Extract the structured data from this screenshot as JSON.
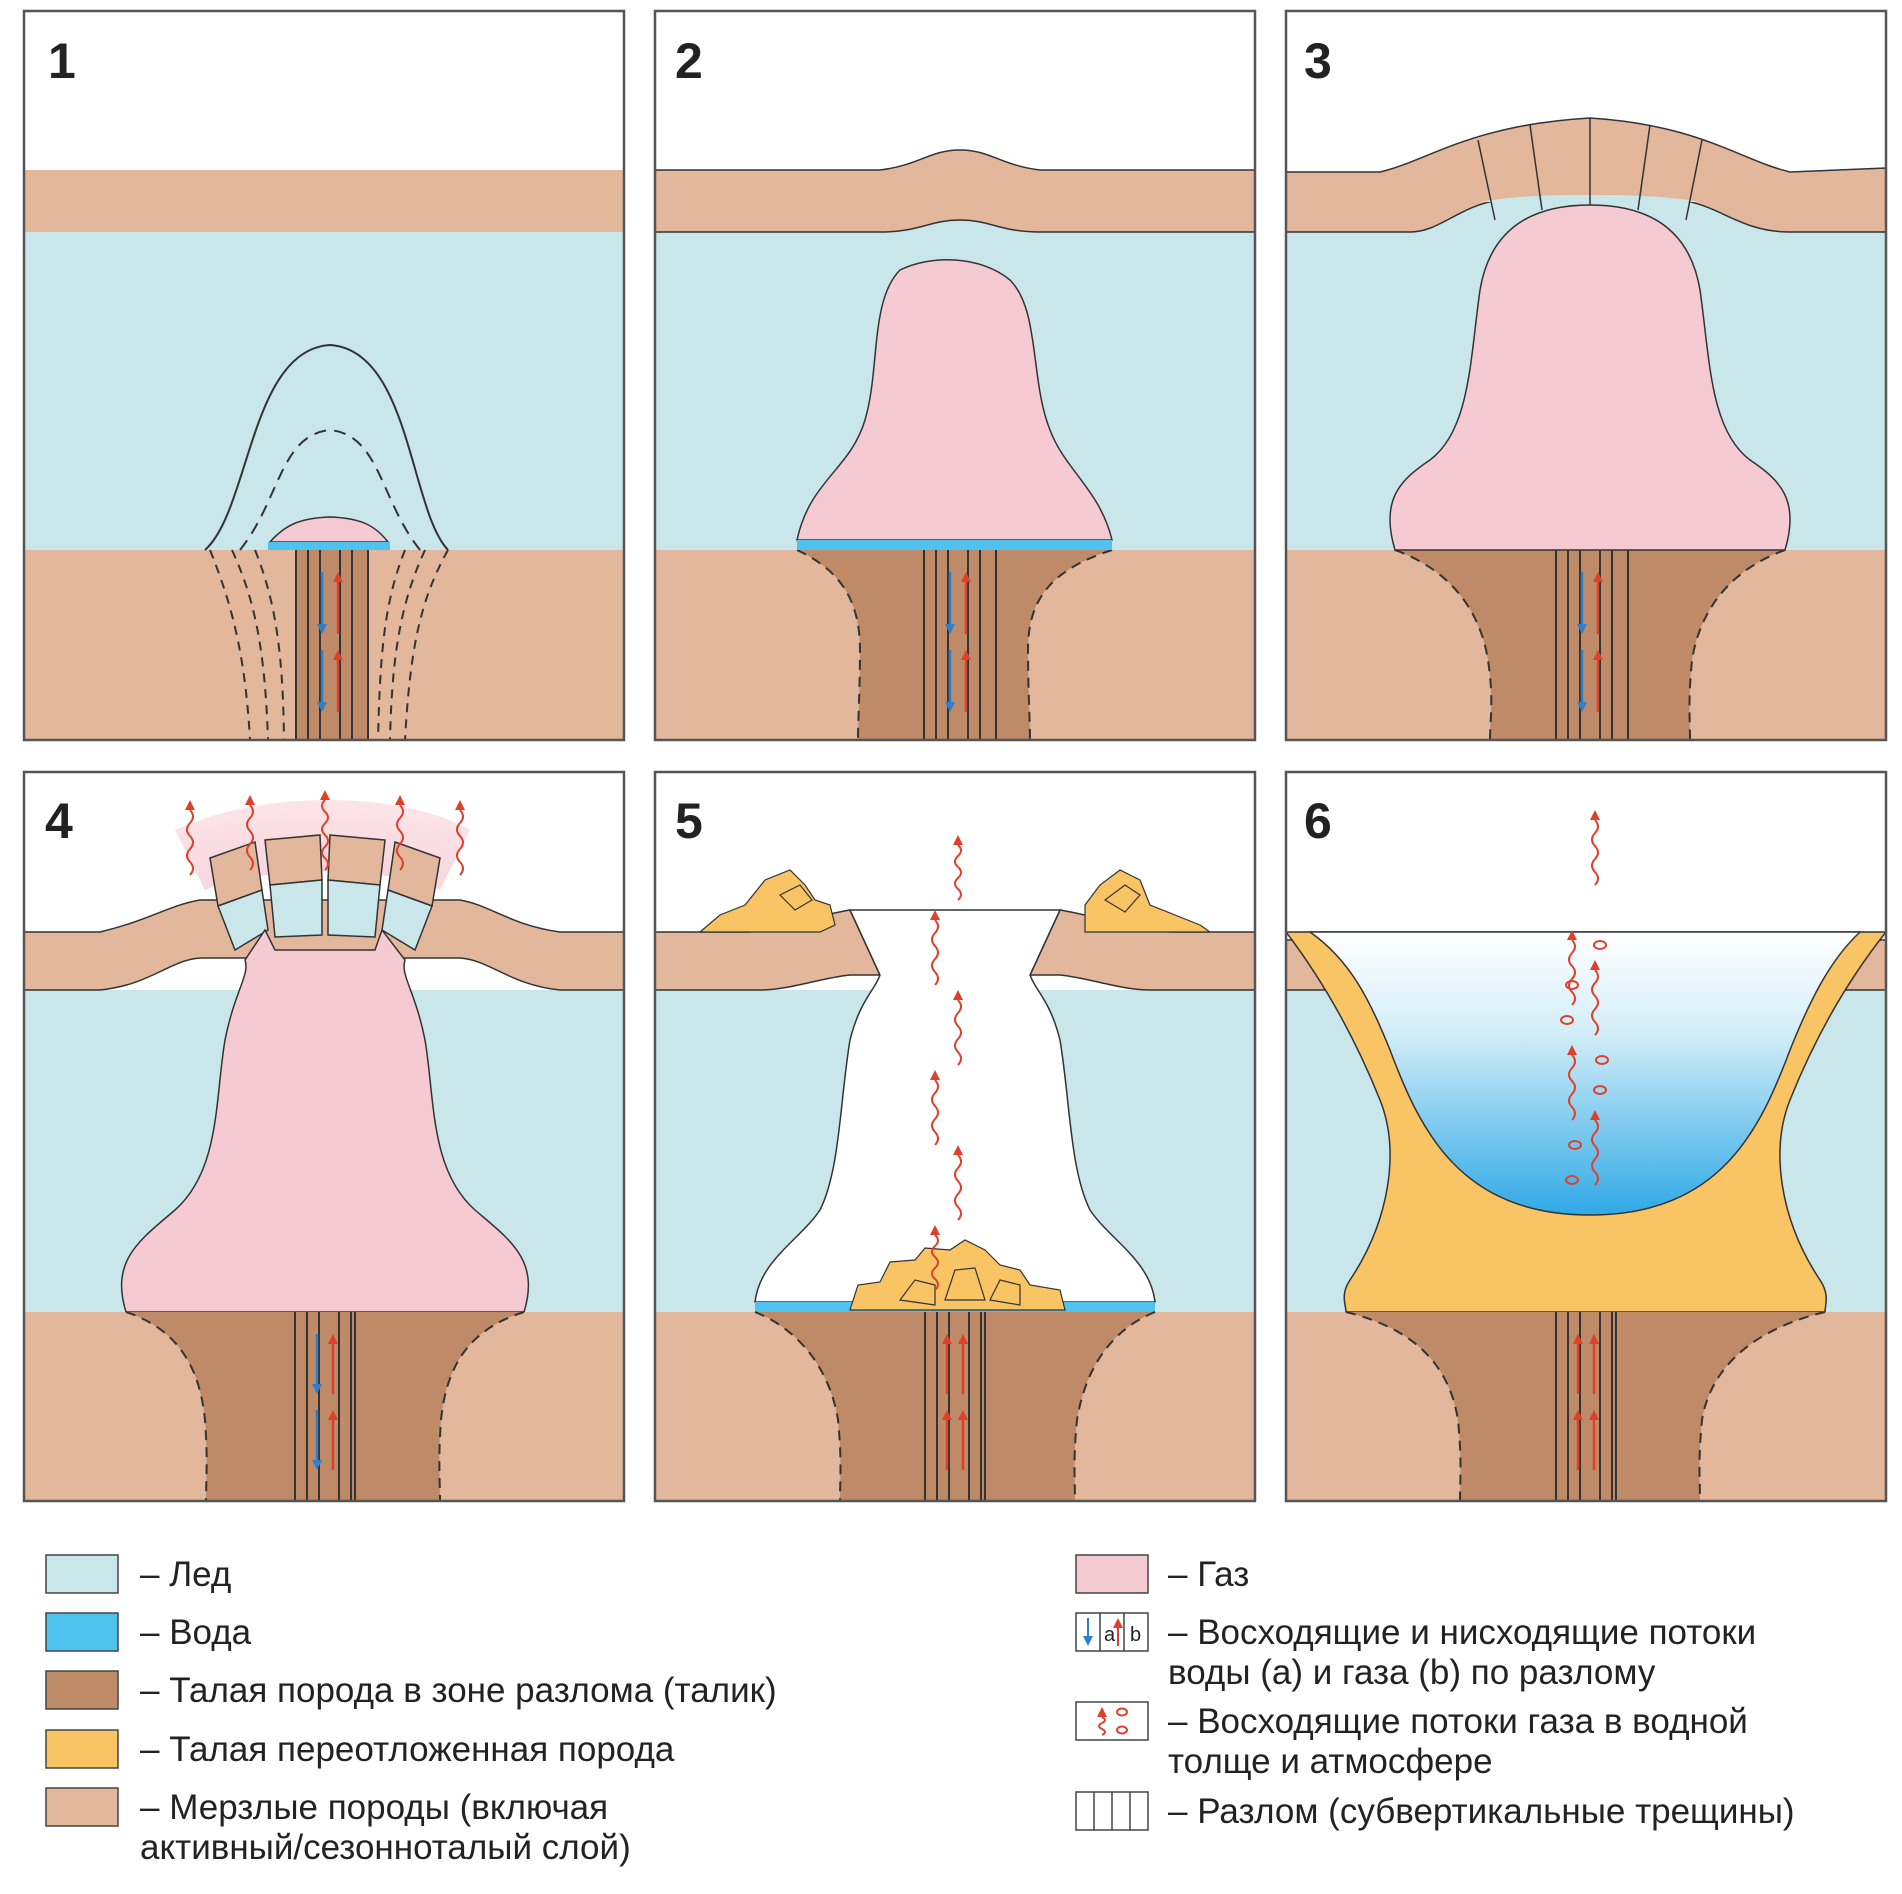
{
  "colors": {
    "ice": "#C9E6EA",
    "water": "#4FC3EE",
    "talik": "#BE8A68",
    "redeposited": "#F9C464",
    "frozen": "#E2B79C",
    "gas": "#F6CAD3",
    "frame": "#555555",
    "arrow_water": "#2E7FC8",
    "arrow_gas": "#E0402A"
  },
  "panels": [
    {
      "number": "1"
    },
    {
      "number": "2"
    },
    {
      "number": "3"
    },
    {
      "number": "4"
    },
    {
      "number": "5"
    },
    {
      "number": "6"
    }
  ],
  "legend": {
    "ice": "– Лед",
    "water": "– Вода",
    "talik": "– Талая порода в зоне разлома (талик)",
    "redeposited": "– Талая переотложенная порода",
    "frozen_line1": "– Мерзлые породы (включая",
    "frozen_line2": "активный/сезонноталый слой)",
    "gas": "– Газ",
    "flows_line1": "– Восходящие и нисходящие потоки",
    "flows_line2": "воды (a) и газа (b) по разлому",
    "flow_symbol_a": "a",
    "flow_symbol_b": "b",
    "gas_column_line1": "– Восходящие потоки газа в водной",
    "gas_column_line2": "толще и атмосфере",
    "fault": "– Разлом (субвертикальные трещины)"
  }
}
